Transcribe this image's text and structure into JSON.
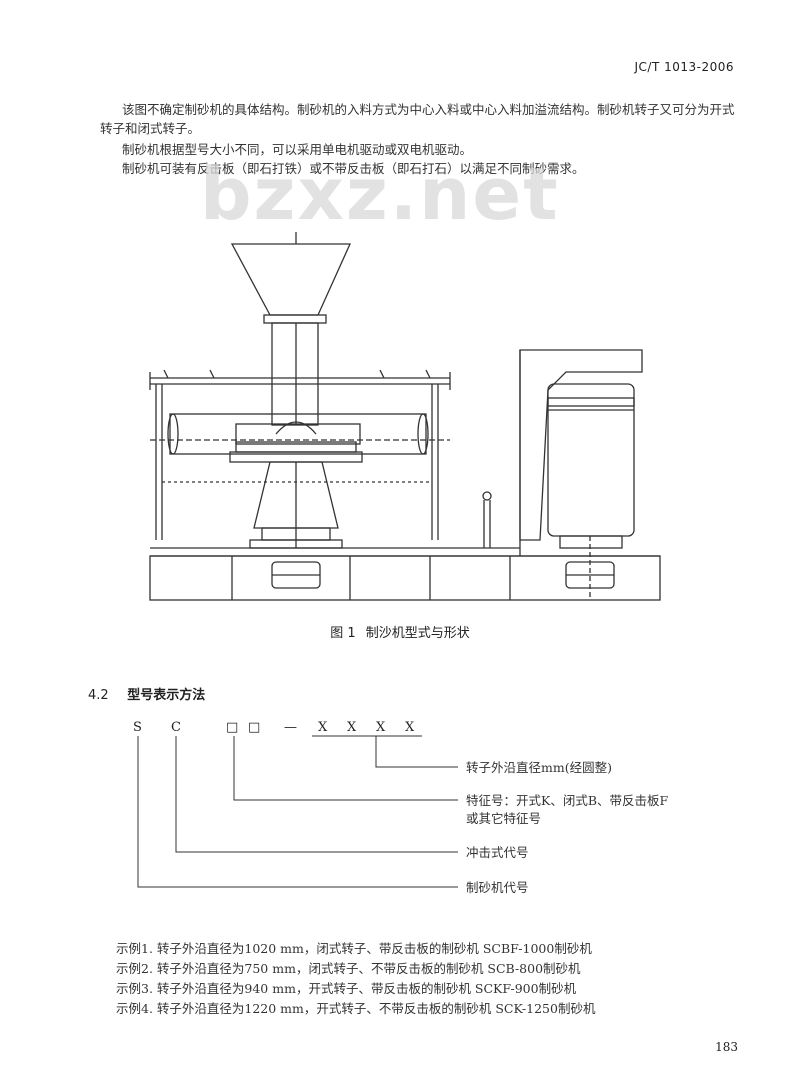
{
  "header": {
    "standard_number": "JC/T 1013-2006"
  },
  "body_text": {
    "para1": "该图不确定制砂机的具体结构。制砂机的入料方式为中心入料或中心入料加溢流结构。制砂机转子又可分为开式转子和闭式转子。",
    "para2": "制砂机根据型号大小不同，可以采用单电机驱动或双电机驱动。",
    "para3": "制砂机可装有反击板（即石打铁）或不带反击板（即石打石）以满足不同制砂需求。"
  },
  "watermark": "bzxz.net",
  "figure": {
    "caption_number": "图 1",
    "caption_text": "制沙机型式与形状"
  },
  "section": {
    "number": "4.2",
    "title": "型号表示方法"
  },
  "model_code": {
    "chars": [
      "S",
      "C",
      "□",
      "□",
      "—",
      "X",
      "X",
      "X",
      "X"
    ],
    "labels": {
      "diameter": "转子外沿直径mm(经圆整)",
      "feature_line1": "特征号：开式K、闭式B、带反击板F",
      "feature_line2": "或其它特征号",
      "impact": "冲击式代号",
      "machine": "制砂机代号"
    }
  },
  "examples": [
    "示例1. 转子外沿直径为1020 mm，闭式转子、带反击板的制砂机  SCBF-1000制砂机",
    "示例2. 转子外沿直径为750 mm，闭式转子、不带反击板的制砂机  SCB-800制砂机",
    "示例3. 转子外沿直径为940 mm，开式转子、带反击板的制砂机  SCKF-900制砂机",
    "示例4. 转子外沿直径为1220 mm，开式转子、不带反击板的制砂机  SCK-1250制砂机"
  ],
  "page_number": "183"
}
